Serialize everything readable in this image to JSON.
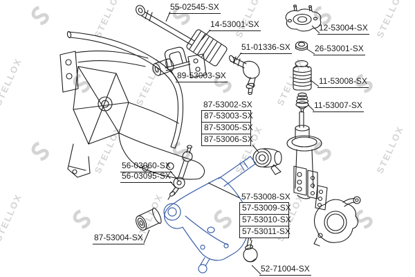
{
  "watermark": {
    "text": "STELLOX"
  },
  "colors": {
    "line": "#1b1b1b",
    "highlight_part": "#3a5fa8",
    "highlight_label": "#3d6ab2",
    "watermark": "#d4d4d4"
  },
  "diagram": {
    "selected_part": "57-53010-SX"
  },
  "parts": [
    {
      "id": "inner-tie-rod",
      "label": "55-02545-SX"
    },
    {
      "id": "steering-boot",
      "label": "14-53001-SX"
    },
    {
      "id": "strut-mount",
      "label": "12-53004-SX"
    },
    {
      "id": "tie-rod-end",
      "label": "51-01336-SX"
    },
    {
      "id": "strut-nut",
      "label": "26-53001-SX"
    },
    {
      "id": "stabilizer-bushing",
      "label": "89-53003-SX"
    },
    {
      "id": "strut-boot",
      "label": "11-53008-SX"
    },
    {
      "id": "bump-stop",
      "label": "11-53007-SX"
    },
    {
      "id": "arm-rear-bushing-1",
      "label": "87-53002-SX",
      "boxed": false,
      "highlighted": false
    },
    {
      "id": "arm-rear-bushing-2",
      "label": "87-53003-SX",
      "boxed": true,
      "highlighted": false
    },
    {
      "id": "arm-rear-bushing-3",
      "label": "87-53005-SX",
      "boxed": true,
      "highlighted": false
    },
    {
      "id": "arm-rear-bushing-4",
      "label": "87-53006-SX",
      "boxed": true,
      "highlighted": false
    },
    {
      "id": "stab-link-1",
      "label": "56-03060-SX"
    },
    {
      "id": "stab-link-2",
      "label": "56-03095-SX"
    },
    {
      "id": "control-arm-1",
      "label": "57-53008-SX",
      "boxed": false,
      "highlighted": false
    },
    {
      "id": "control-arm-2",
      "label": "57-53009-SX",
      "boxed": true,
      "highlighted": false
    },
    {
      "id": "control-arm-3",
      "label": "57-53010-SX",
      "boxed": true,
      "highlighted": true
    },
    {
      "id": "control-arm-4",
      "label": "57-53011-SX",
      "boxed": true,
      "highlighted": false
    },
    {
      "id": "arm-front-bushing",
      "label": "87-53004-SX"
    },
    {
      "id": "ball-joint",
      "label": "52-71004-SX"
    }
  ]
}
